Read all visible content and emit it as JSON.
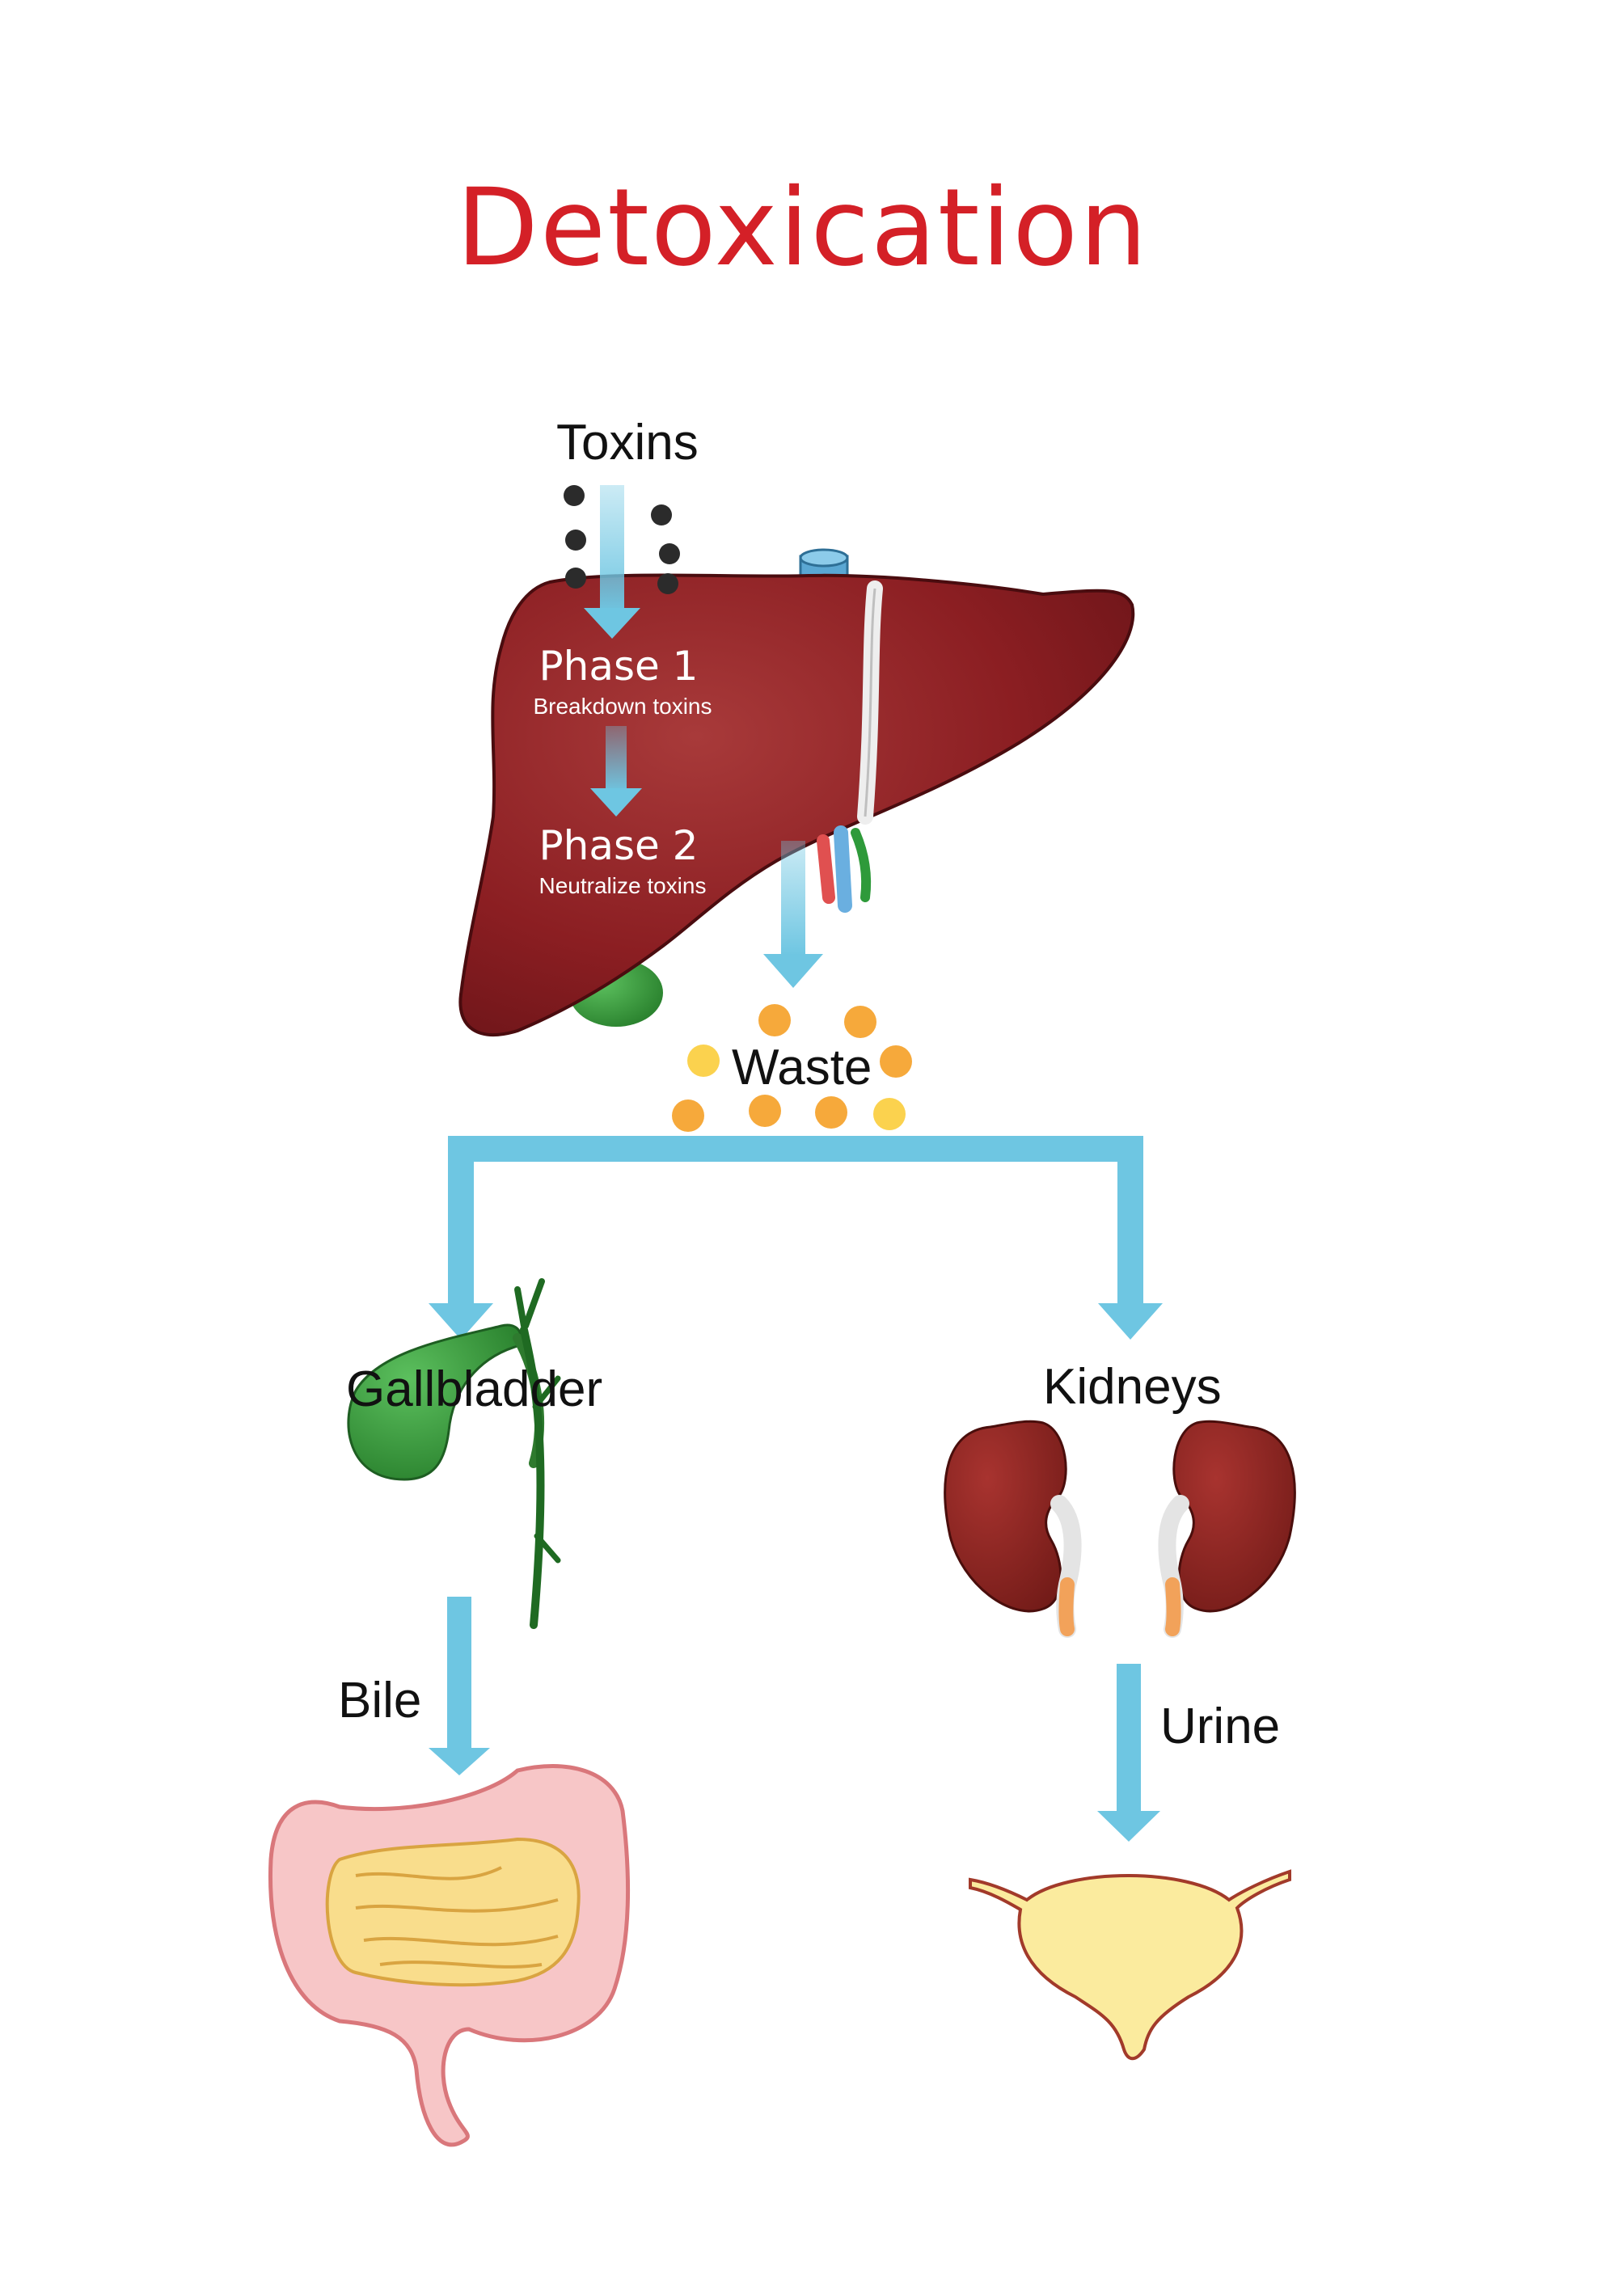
{
  "title": "Detoxication",
  "labels": {
    "toxins": "Toxins",
    "phase1": "Phase 1",
    "phase1_desc": "Breakdown toxins",
    "phase2": "Phase 2",
    "phase2_desc": "Neutralize toxins",
    "waste": "Waste",
    "gallbladder": "Gallbladder",
    "kidneys": "Kidneys",
    "bile": "Bile",
    "urine": "Urine"
  },
  "colors": {
    "title": "#d42027",
    "arrow": "#6ec6e2",
    "liver": "#8b1e22",
    "gallbladder": "#2f9a35",
    "kidney": "#7f1e1c",
    "bladder": "#fbeb9e",
    "intestine_outer": "#f2b5b8",
    "intestine_inner": "#f7d98b",
    "waste_dot": "#f6a93b",
    "toxin": "#333333"
  },
  "icons": [
    "toxin-particle-icon",
    "liver-icon",
    "gallbladder-icon",
    "kidneys-icon",
    "intestines-icon",
    "bladder-icon"
  ]
}
